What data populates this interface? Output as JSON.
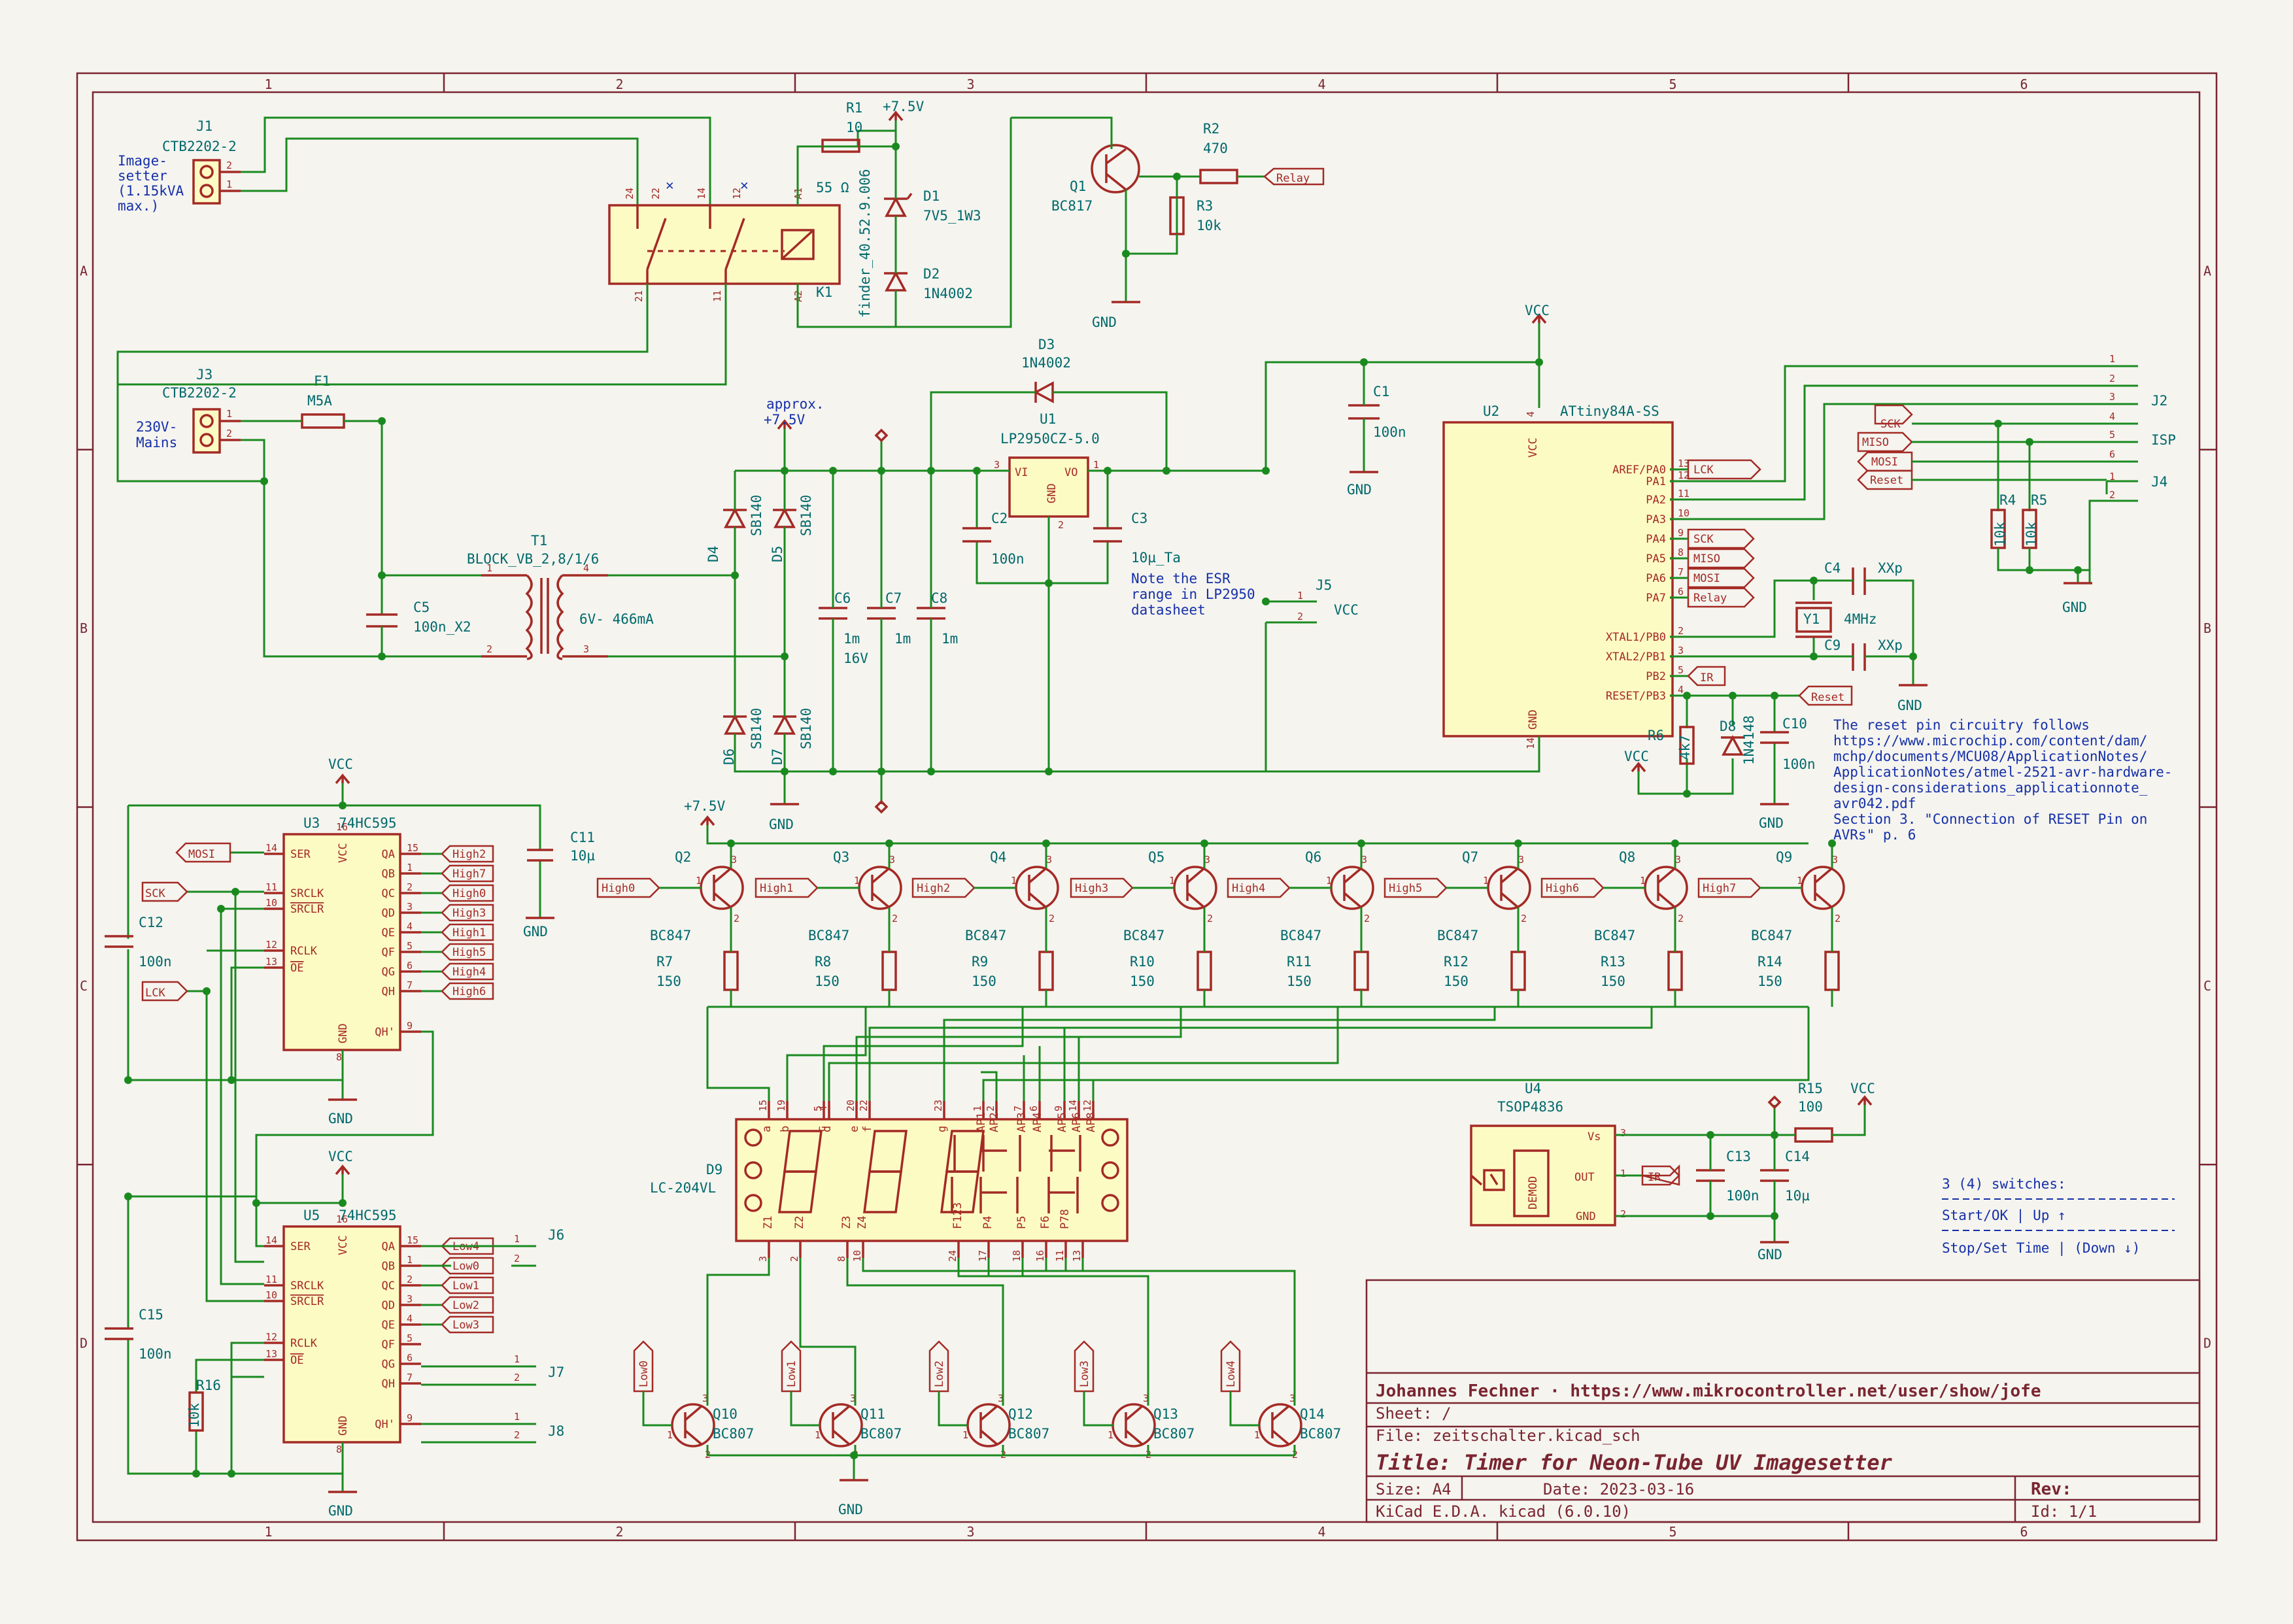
{
  "frame": {
    "columns": [
      "1",
      "2",
      "3",
      "4",
      "5",
      "6"
    ],
    "rows": [
      "A",
      "B",
      "C",
      "D"
    ]
  },
  "title_block": {
    "author": "Johannes Fechner · https://www.mikrocontroller.net/user/show/jofe",
    "sheet": "Sheet: /",
    "file": "File: zeitschalter.kicad_sch",
    "title": "Title: Timer for Neon-Tube UV Imagesetter",
    "size": "Size: A4",
    "date": "Date: 2023-03-16",
    "rev": "Rev:",
    "tool": "KiCad E.D.A.  kicad (6.0.10)",
    "id": "Id: 1/1"
  },
  "components": {
    "J1": {
      "ref": "J1",
      "value": "CTB2202-2",
      "note": [
        "Image-",
        "setter",
        "(1.15kVA",
        "max.)"
      ]
    },
    "J3": {
      "ref": "J3",
      "value": "CTB2202-2",
      "note": [
        "230V-",
        "Mains"
      ]
    },
    "F1": {
      "ref": "F1",
      "value": "M5A"
    },
    "K1": {
      "ref": "K1",
      "value": "finder_40.52.9.006",
      "ohm": "55 Ω",
      "pins": [
        "24",
        "22",
        "14",
        "12",
        "A1",
        "21",
        "11",
        "A2"
      ]
    },
    "R1": {
      "ref": "R1",
      "value": "10"
    },
    "D1": {
      "ref": "D1",
      "value": "7V5_1W3"
    },
    "D2": {
      "ref": "D2",
      "value": "1N4002"
    },
    "Q1": {
      "ref": "Q1",
      "value": "BC817"
    },
    "R2": {
      "ref": "R2",
      "value": "470"
    },
    "R3": {
      "ref": "R3",
      "value": "10k"
    },
    "T1": {
      "ref": "T1",
      "value": "BLOCK_VB_2,8/1/6",
      "secondary": "6V- 466mA"
    },
    "C5": {
      "ref": "C5",
      "value": "100n_X2"
    },
    "D4": {
      "ref": "D4",
      "value": "SB140"
    },
    "D5": {
      "ref": "D5",
      "value": "SB140"
    },
    "D6": {
      "ref": "D6",
      "value": "SB140"
    },
    "D7": {
      "ref": "D7",
      "value": "SB140"
    },
    "D3": {
      "ref": "D3",
      "value": "1N4002"
    },
    "U1": {
      "ref": "U1",
      "value": "LP2950CZ-5.0",
      "vi": "VI",
      "vo": "VO",
      "gnd": "GND"
    },
    "C2": {
      "ref": "C2",
      "value": "100n"
    },
    "C3": {
      "ref": "C3",
      "value": "10µ_Ta"
    },
    "C6": {
      "ref": "C6",
      "value": "1m",
      "extra": "16V"
    },
    "C7": {
      "ref": "C7",
      "value": "1m"
    },
    "C8": {
      "ref": "C8",
      "value": "1m"
    },
    "C1": {
      "ref": "C1",
      "value": "100n"
    },
    "J5": {
      "ref": "J5",
      "vcc": "VCC"
    },
    "U2": {
      "ref": "U2",
      "value": "ATtiny84A-SS",
      "pins_left": [
        "AREF/PA0",
        "PA1",
        "PA2",
        "PA3",
        "PA4",
        "PA5",
        "PA6",
        "PA7",
        "XTAL1/PB0",
        "XTAL2/PB1",
        "PB2",
        "RESET/PB3"
      ],
      "pin_nums": [
        "13",
        "12",
        "11",
        "10",
        "9",
        "8",
        "7",
        "6",
        "2",
        "3",
        "5",
        "4"
      ],
      "vcc": "VCC",
      "gnd": "GND"
    },
    "C4": {
      "ref": "C4",
      "value": "XXp"
    },
    "C9": {
      "ref": "C9",
      "value": "XXp"
    },
    "Y1": {
      "ref": "Y1",
      "value": "4MHz"
    },
    "R6": {
      "ref": "R6",
      "value": "4k7"
    },
    "D8": {
      "ref": "D8",
      "value": "1N4148"
    },
    "C10": {
      "ref": "C10",
      "value": "100n"
    },
    "R4": {
      "ref": "R4",
      "value": "10k"
    },
    "R5": {
      "ref": "R5",
      "value": "10k"
    },
    "J2": {
      "ref": "J2",
      "value": "ISP"
    },
    "J4": {
      "ref": "J4"
    },
    "U3": {
      "ref": "U3",
      "value": "74HC595"
    },
    "U5": {
      "ref": "U5",
      "value": "74HC595"
    },
    "C11": {
      "ref": "C11",
      "value": "10µ"
    },
    "C12": {
      "ref": "C12",
      "value": "100n"
    },
    "C15": {
      "ref": "C15",
      "value": "100n"
    },
    "R16": {
      "ref": "R16",
      "value": "10k"
    },
    "J6": {
      "ref": "J6"
    },
    "J7": {
      "ref": "J7"
    },
    "J8": {
      "ref": "J8"
    },
    "D9": {
      "ref": "D9",
      "value": "LC-204VL"
    },
    "U4": {
      "ref": "U4",
      "value": "TSOP4836",
      "vs": "Vs",
      "out": "OUT",
      "gnd": "GND",
      "demod": "DEMOD"
    },
    "C13": {
      "ref": "C13",
      "value": "100n"
    },
    "C14": {
      "ref": "C14",
      "value": "10µ"
    },
    "R15": {
      "ref": "R15",
      "value": "100"
    }
  },
  "sr_pins_left": [
    "SER",
    "SRCLK",
    "SRCLR",
    "RCLK",
    "OE"
  ],
  "sr_pin_nums_left": [
    "14",
    "11",
    "10",
    "12",
    "13"
  ],
  "sr_pins_right": [
    "QA",
    "QB",
    "QC",
    "QD",
    "QE",
    "QF",
    "QG",
    "QH",
    "QH'"
  ],
  "sr_pin_nums_right": [
    "15",
    "1",
    "2",
    "3",
    "4",
    "5",
    "6",
    "7",
    "9"
  ],
  "u3_outputs": [
    "High2",
    "High7",
    "High0",
    "High3",
    "High1",
    "High5",
    "High4",
    "High6"
  ],
  "u5_outputs": [
    "Low4",
    "Low0",
    "Low1",
    "Low2",
    "Low3"
  ],
  "high_transistors": [
    {
      "q": "Q2",
      "label": "High0",
      "r": "R7",
      "rv": "150"
    },
    {
      "q": "Q3",
      "label": "High1",
      "r": "R8",
      "rv": "150"
    },
    {
      "q": "Q4",
      "label": "High2",
      "r": "R9",
      "rv": "150"
    },
    {
      "q": "Q5",
      "label": "High3",
      "r": "R10",
      "rv": "150"
    },
    {
      "q": "Q6",
      "label": "High4",
      "r": "R11",
      "rv": "150"
    },
    {
      "q": "Q7",
      "label": "High5",
      "r": "R12",
      "rv": "150"
    },
    {
      "q": "Q8",
      "label": "High6",
      "r": "R13",
      "rv": "150"
    },
    {
      "q": "Q9",
      "label": "High7",
      "r": "R14",
      "rv": "150"
    }
  ],
  "high_type": "BC847",
  "low_transistors": [
    {
      "q": "Q10",
      "label": "Low0"
    },
    {
      "q": "Q11",
      "label": "Low1"
    },
    {
      "q": "Q12",
      "label": "Low2"
    },
    {
      "q": "Q13",
      "label": "Low3"
    },
    {
      "q": "Q14",
      "label": "Low4"
    }
  ],
  "low_type": "BC807",
  "power": {
    "vcc": "VCC",
    "gnd": "GND",
    "v75": "+7.5V",
    "approx": [
      "approx.",
      "+7.5V"
    ]
  },
  "labels": {
    "relay": "Relay",
    "lck": "LCK",
    "sck": "SCK",
    "miso": "MISO",
    "mosi": "MOSI",
    "reset": "Reset",
    "ir": "IR"
  },
  "notes": {
    "esr": [
      "Note the ESR",
      "range in LP2950",
      "datasheet"
    ],
    "reset": [
      "The reset pin circuitry follows",
      "https://www.microchip.com/content/dam/",
      "mchp/documents/MCU08/ApplicationNotes/",
      "ApplicationNotes/atmel-2521-avr-hardware-",
      "design-considerations_applicationnote_",
      "avr042.pdf",
      "Section 3. \"Connection of RESET Pin on",
      "AVRs\" p. 6"
    ],
    "switches": [
      "3 (4) switches:",
      "Start/OK        | Up ↑",
      "Stop/Set Time   | (Down ↓)"
    ]
  },
  "display_pins_top": [
    "15",
    "19",
    "5",
    "4",
    "20",
    "22",
    "23",
    "1",
    "2",
    "7",
    "6",
    "9",
    "14",
    "12"
  ],
  "display_segs_top": [
    "a",
    "b",
    "c",
    "d",
    "e",
    "f",
    "g",
    "AP1",
    "AP2",
    "AP3",
    "AP4",
    "AP5",
    "AP6",
    "AP8"
  ],
  "display_pins_bottom": [
    "3",
    "2",
    "8",
    "10",
    "24",
    "17",
    "18",
    "16",
    "11",
    "13"
  ],
  "display_segs_bottom": [
    "Z1",
    "Z2",
    "Z3",
    "Z4",
    "F123",
    "P4",
    "P5",
    "F6",
    "P78"
  ]
}
